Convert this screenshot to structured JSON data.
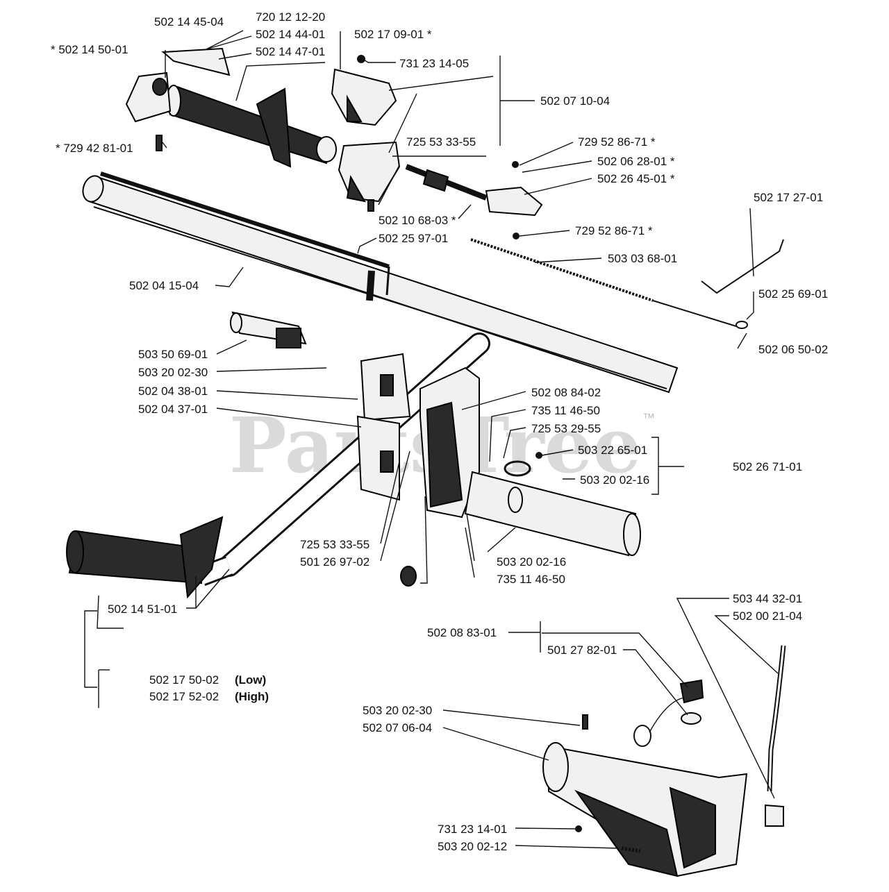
{
  "watermark": {
    "text": "PartsTree",
    "tm": "™"
  },
  "labels": {
    "p502144504": "502 14 45-04",
    "p720121220": "720 12 12-20",
    "p502144401": "502 14 44-01",
    "p502144701": "502 14 47-01",
    "p502145001": "* 502 14 50-01",
    "p502170901": "502 17 09-01 *",
    "p731231405": "731 23 14-05",
    "p502071004": "502 07 10-04",
    "p729428101": "* 729 42 81-01",
    "p725533355a": "725 53 33-55",
    "p729528671a": "729 52 86-71 *",
    "p502062801": "502 06 28-01 *",
    "p502264501": "502 26 45-01 *",
    "p502106803": "502 10 68-03 *",
    "p729528671b": "729 52 86-71 *",
    "p502259701": "502 25 97-01",
    "p502172701": "502 17 27-01",
    "p503036801": "503 03 68-01",
    "p502041504": "502 04 15-04",
    "p502256901": "502 25 69-01",
    "p502065002": "502 06 50-02",
    "p503506901": "503 50 69-01",
    "p503200230a": "503 20 02-30",
    "p502043801": "502 04 38-01",
    "p502043701": "502 04 37-01",
    "p502088402": "502 08 84-02",
    "p735114650a": "735 11 46-50",
    "p725532955": "725 53 29-55",
    "p503226501": "503 22 65-01",
    "p503200216a": "503 20 02-16",
    "p502267101": "502 26 71-01",
    "p725533355b": "725 53 33-55",
    "p501269702": "501 26 97-02",
    "p503200216b": "503 20 02-16",
    "p735114650b": "735 11 46-50",
    "p502145101": "502 14 51-01",
    "p502175002": "502 17 50-02",
    "p502175002_note": "(Low)",
    "p502175202": "502 17 52-02",
    "p502175202_note": "(High)",
    "p503443201": "503 44 32-01",
    "p502002104": "502 00 21-04",
    "p502088301": "502 08 83-01",
    "p501278201": "501 27 82-01",
    "p503200230b": "503 20 02-30",
    "p502070604": "502 07 06-04",
    "p731231401": "731 23 14-01",
    "p503200212": "503 20 02-12"
  }
}
